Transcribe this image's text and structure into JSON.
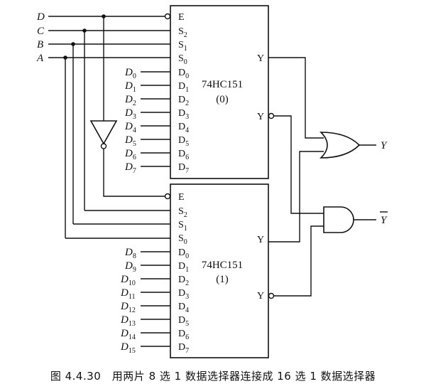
{
  "chips": [
    {
      "name": "74HC151",
      "index": "(0)"
    },
    {
      "name": "74HC151",
      "index": "(1)"
    }
  ],
  "left_inputs": [
    {
      "base": "D",
      "sub": ""
    },
    {
      "base": "C",
      "sub": ""
    },
    {
      "base": "B",
      "sub": ""
    },
    {
      "base": "A",
      "sub": ""
    }
  ],
  "pins_top": [
    {
      "base": "E",
      "sub": ""
    },
    {
      "base": "S",
      "sub": "2"
    },
    {
      "base": "S",
      "sub": "1"
    },
    {
      "base": "S",
      "sub": "0"
    },
    {
      "base": "D",
      "sub": "0"
    },
    {
      "base": "D",
      "sub": "1"
    },
    {
      "base": "D",
      "sub": "2"
    },
    {
      "base": "D",
      "sub": "3"
    },
    {
      "base": "D",
      "sub": "4"
    },
    {
      "base": "D",
      "sub": "5"
    },
    {
      "base": "D",
      "sub": "6"
    },
    {
      "base": "D",
      "sub": "7"
    }
  ],
  "pins_bottom": [
    {
      "base": "E",
      "sub": ""
    },
    {
      "base": "S",
      "sub": "2"
    },
    {
      "base": "S",
      "sub": "1"
    },
    {
      "base": "S",
      "sub": "0"
    },
    {
      "base": "D",
      "sub": "0"
    },
    {
      "base": "D",
      "sub": "1"
    },
    {
      "base": "D",
      "sub": "2"
    },
    {
      "base": "D",
      "sub": "3"
    },
    {
      "base": "D",
      "sub": "4"
    },
    {
      "base": "D",
      "sub": "5"
    },
    {
      "base": "D",
      "sub": "6"
    },
    {
      "base": "D",
      "sub": "7"
    }
  ],
  "data_inputs_top": [
    {
      "base": "D",
      "sub": "0"
    },
    {
      "base": "D",
      "sub": "1"
    },
    {
      "base": "D",
      "sub": "2"
    },
    {
      "base": "D",
      "sub": "3"
    },
    {
      "base": "D",
      "sub": "4"
    },
    {
      "base": "D",
      "sub": "5"
    },
    {
      "base": "D",
      "sub": "6"
    },
    {
      "base": "D",
      "sub": "7"
    }
  ],
  "data_inputs_bottom": [
    {
      "base": "D",
      "sub": "8"
    },
    {
      "base": "D",
      "sub": "9"
    },
    {
      "base": "D",
      "sub": "10"
    },
    {
      "base": "D",
      "sub": "11"
    },
    {
      "base": "D",
      "sub": "12"
    },
    {
      "base": "D",
      "sub": "13"
    },
    {
      "base": "D",
      "sub": "14"
    },
    {
      "base": "D",
      "sub": "15"
    }
  ],
  "chip_outputs": [
    "Y",
    "Y"
  ],
  "final_outputs": [
    "Y",
    "Y"
  ],
  "caption": "图 4.4.30　用两片 8 选 1 数据选择器连接成 16 选 1 数据选择器"
}
